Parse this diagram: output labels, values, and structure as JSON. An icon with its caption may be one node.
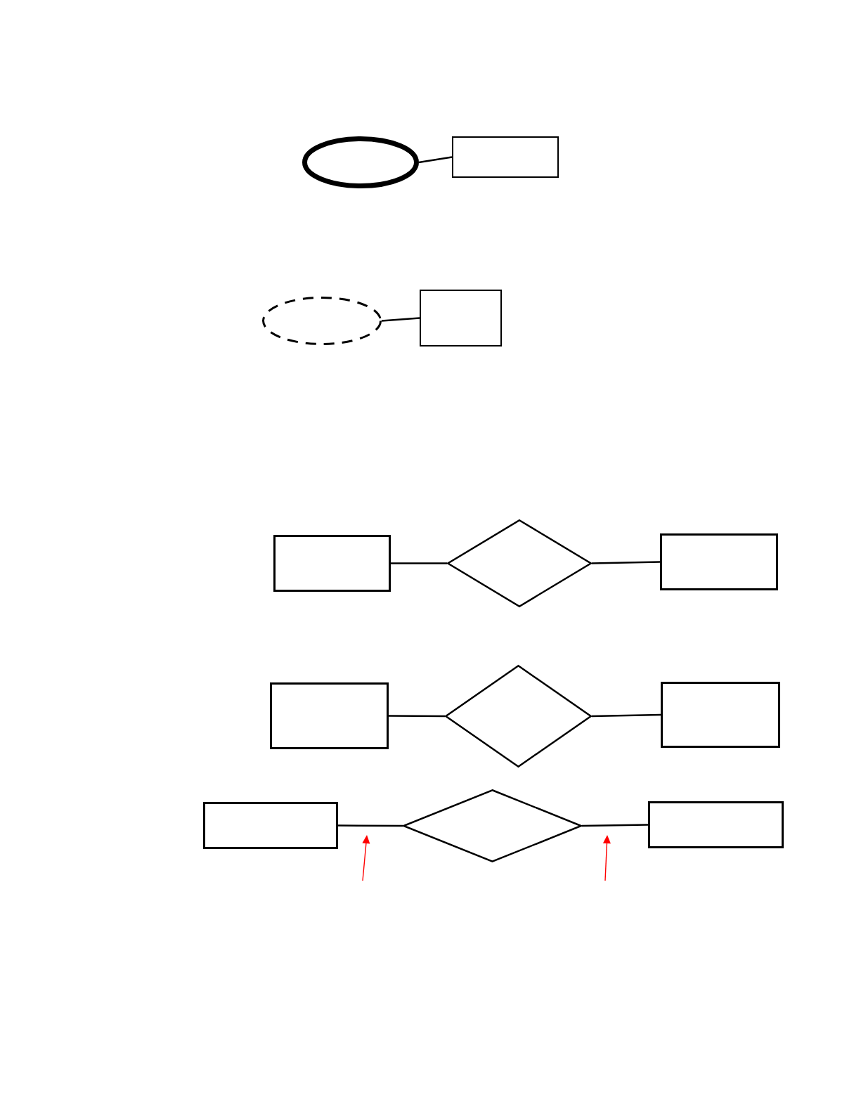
{
  "diagram": {
    "nodes": [
      {
        "text": [],
        "shape": "ellipse"
      },
      {
        "text": [],
        "shape": "box"
      },
      {
        "text": [],
        "shape": "ellipse"
      },
      {
        "text": [],
        "shape": "box"
      },
      {
        "text": [],
        "shape": "box"
      },
      {
        "text": [],
        "shape": "diamond"
      },
      {
        "text": [],
        "shape": "box"
      },
      {
        "text": [],
        "shape": "box"
      },
      {
        "text": [],
        "shape": "diamond"
      },
      {
        "text": [],
        "shape": "box"
      },
      {
        "text": [],
        "shape": "box"
      },
      {
        "text": [],
        "shape": "diamond"
      },
      {
        "text": [],
        "shape": "box"
      }
    ],
    "edges": [
      {
        "from": 0,
        "to": 1,
        "arrow": "none"
      },
      {
        "from": 2,
        "to": 3,
        "arrow": "none"
      },
      {
        "from": 4,
        "to": 5,
        "arrow": "none"
      },
      {
        "from": 5,
        "to": 6,
        "arrow": "none"
      },
      {
        "from": 7,
        "to": 8,
        "arrow": "none"
      },
      {
        "from": 8,
        "to": 9,
        "arrow": "none"
      },
      {
        "from": 10,
        "to": 11,
        "arrow": "none"
      },
      {
        "from": 11,
        "to": 12,
        "arrow": "none"
      }
    ]
  }
}
